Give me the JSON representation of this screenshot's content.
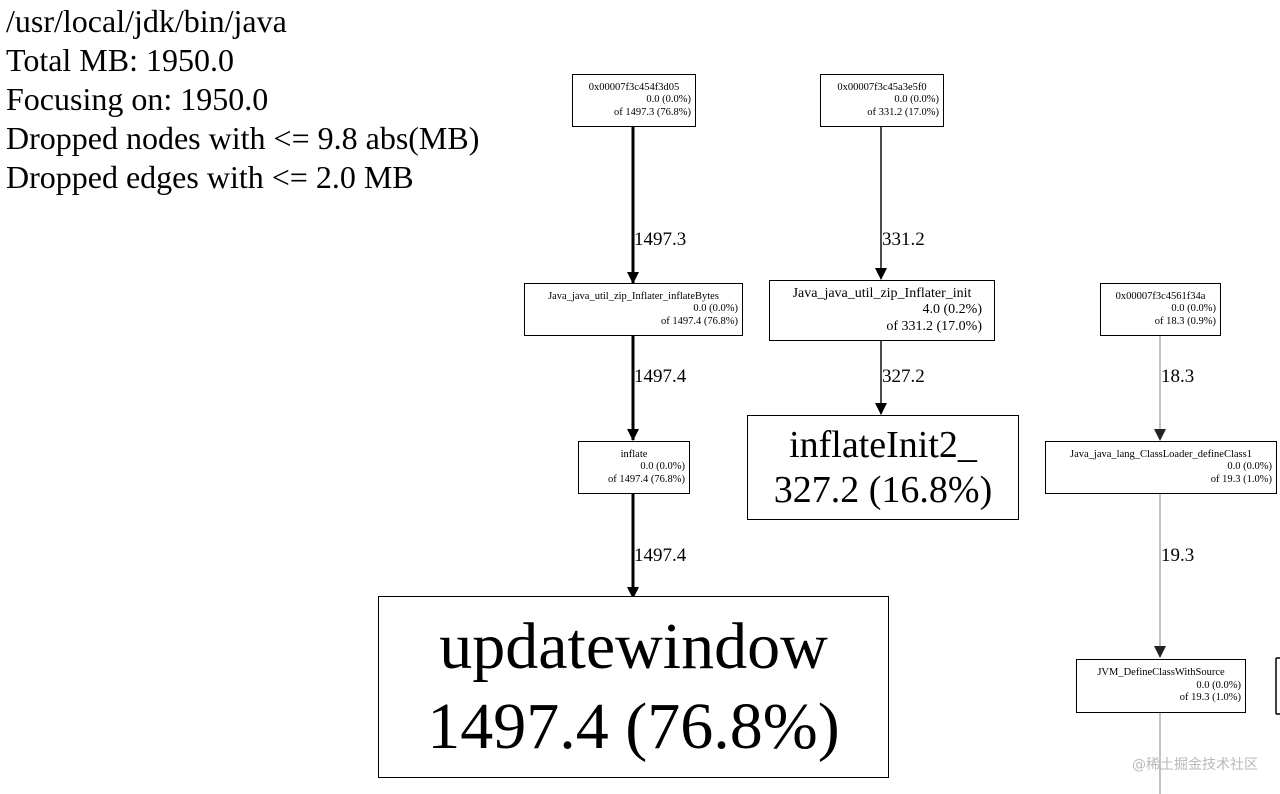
{
  "header": {
    "program": "/usr/local/jdk/bin/java",
    "total": "Total MB: 1950.0",
    "focusing": "Focusing on: 1950.0",
    "dropped_nodes": "Dropped nodes with <= 9.8 abs(MB)",
    "dropped_edges": "Dropped edges with <= 2.0 MB"
  },
  "nodes": {
    "addr_a": {
      "name": "0x00007f3c454f3d05",
      "flat": "0.0 (0.0%)",
      "cum": "of 1497.3 (76.8%)"
    },
    "inflate_bytes": {
      "name": "Java_java_util_zip_Inflater_inflateBytes",
      "flat": "0.0 (0.0%)",
      "cum": "of 1497.4 (76.8%)"
    },
    "inflate": {
      "name": "inflate",
      "flat": "0.0 (0.0%)",
      "cum": "of 1497.4 (76.8%)"
    },
    "updatewindow": {
      "name": "updatewindow",
      "value": "1497.4 (76.8%)"
    },
    "addr_b": {
      "name": "0x00007f3c45a3e5f0",
      "flat": "0.0 (0.0%)",
      "cum": "of 331.2 (17.0%)"
    },
    "inflater_init": {
      "name": "Java_java_util_zip_Inflater_init",
      "flat": "4.0 (0.2%)",
      "cum": "of 331.2 (17.0%)"
    },
    "inflate_init2": {
      "name": "inflateInit2_",
      "value": "327.2 (16.8%)"
    },
    "addr_c": {
      "name": "0x00007f3c4561f34a",
      "flat": "0.0 (0.0%)",
      "cum": "of 18.3 (0.9%)"
    },
    "define_class1": {
      "name": "Java_java_lang_ClassLoader_defineClass1",
      "flat": "0.0 (0.0%)",
      "cum": "of 19.3 (1.0%)"
    },
    "jvm_define": {
      "name": "JVM_DefineClassWithSource",
      "flat": "0.0 (0.0%)",
      "cum": "of 19.3 (1.0%)"
    }
  },
  "edges": [
    {
      "from": "addr_a",
      "to": "inflate_bytes",
      "label": "1497.3",
      "weight": "heavy"
    },
    {
      "from": "inflate_bytes",
      "to": "inflate",
      "label": "1497.4",
      "weight": "heavy"
    },
    {
      "from": "inflate",
      "to": "updatewindow",
      "label": "1497.4",
      "weight": "heavy"
    },
    {
      "from": "addr_b",
      "to": "inflater_init",
      "label": "331.2",
      "weight": "medium"
    },
    {
      "from": "inflater_init",
      "to": "inflate_init2",
      "label": "327.2",
      "weight": "medium"
    },
    {
      "from": "addr_c",
      "to": "define_class1",
      "label": "18.3",
      "weight": "light"
    },
    {
      "from": "define_class1",
      "to": "jvm_define",
      "label": "19.3",
      "weight": "light"
    }
  ],
  "watermark": "@稀土掘金技术社区",
  "colors": {
    "heavy_edge": "#000000",
    "medium_edge": "#000000",
    "light_edge": "#9a9a9a"
  }
}
